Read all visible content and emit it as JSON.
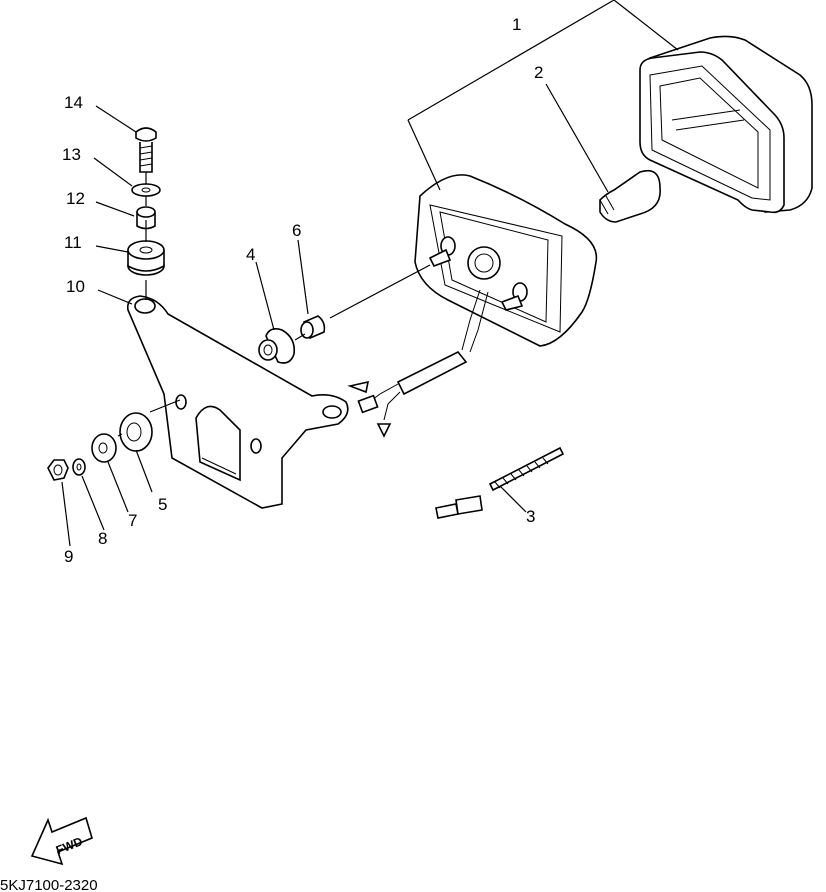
{
  "diagram": {
    "callouts": {
      "p1": "1",
      "p2": "2",
      "p3": "3",
      "p4": "4",
      "p5": "5",
      "p6": "6",
      "p7": "7",
      "p8": "8",
      "p9": "9",
      "p10": "10",
      "p11": "11",
      "p12": "12",
      "p13": "13",
      "p14": "14"
    },
    "fwd_label": "FWD",
    "drawing_code": "5KJ7100-2320"
  }
}
